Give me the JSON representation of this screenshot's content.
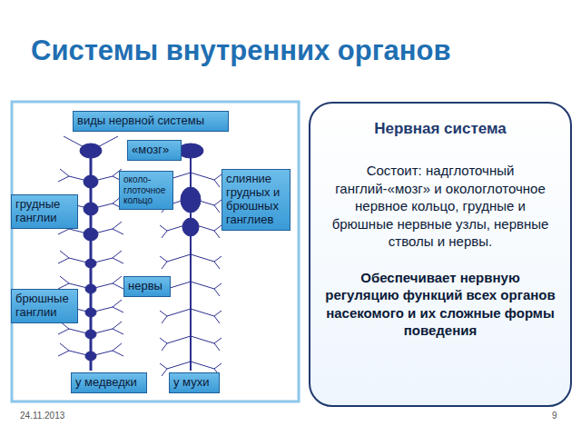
{
  "diagram": {
    "title": "Системы внутренних органов",
    "nodes": [
      {
        "text": [
          "виды нервной системы"
        ]
      },
      {
        "text": [
          "«мозг»"
        ]
      },
      {
        "text": [
          "около-глоточное кольцо"
        ]
      },
      {
        "text": [
          "грудные ганглии"
        ]
      },
      {
        "text": [
          "слияние грудных и брюшных ганглиев"
        ]
      },
      {
        "text": [
          "брюшные ганглии"
        ]
      },
      {
        "text": [
          "нервы"
        ]
      },
      {
        "text": [
          "у медведки"
        ]
      },
      {
        "text": [
          "у мухи"
        ]
      },
      {
        "text": [
          "Нервная система",
          "Состоит: надглоточный ганглий-«мозг» и окологлоточное нервное кольцо, грудные и брюшные нервные узлы, нервные стволы и нервы.",
          "Обеспечивает нервную регуляцию функций всех органов насекомого и их сложные формы поведения"
        ]
      }
    ],
    "labels": [
      "24.11.2013",
      "9"
    ]
  }
}
